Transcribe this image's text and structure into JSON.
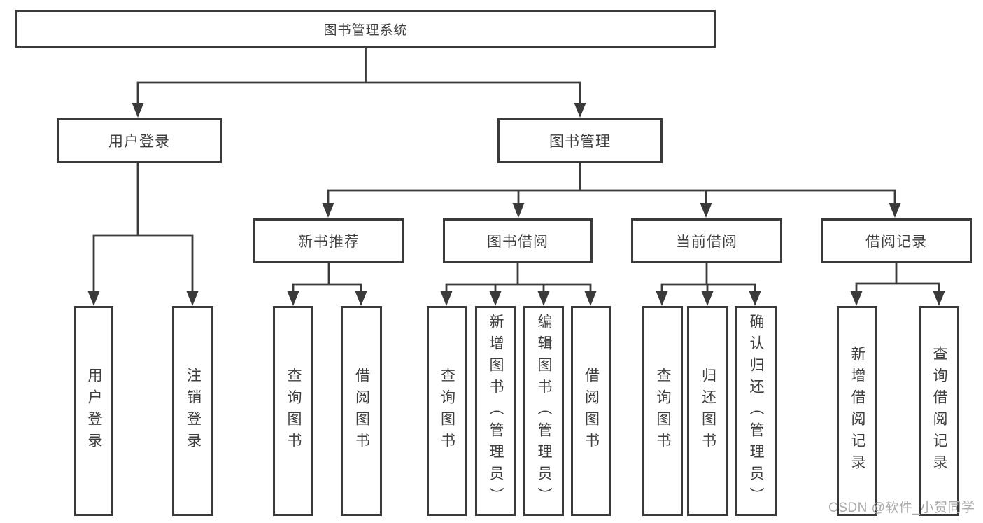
{
  "nodes": {
    "root": {
      "label": "图书管理系统"
    },
    "level2": [
      {
        "label": "用户登录"
      },
      {
        "label": "图书管理"
      }
    ],
    "level3": [
      {
        "label": "新书推荐"
      },
      {
        "label": "图书借阅"
      },
      {
        "label": "当前借阅"
      },
      {
        "label": "借阅记录"
      }
    ],
    "leaves": {
      "user_login": [
        {
          "label": "用户登录"
        },
        {
          "label": "注销登录"
        }
      ],
      "new_book_recommend": [
        {
          "label": "查询图书"
        },
        {
          "label": "借阅图书"
        }
      ],
      "book_borrowing": [
        {
          "label": "查询图书"
        },
        {
          "label": "新增图书（管理员）"
        },
        {
          "label": "编辑图书（管理员）"
        },
        {
          "label": "借阅图书"
        }
      ],
      "current_borrowing": [
        {
          "label": "查询图书"
        },
        {
          "label": "归还图书"
        },
        {
          "label": "确认归还（管理员）"
        }
      ],
      "borrowing_records": [
        {
          "label": "新增借阅记录"
        },
        {
          "label": "查询借阅记录"
        }
      ]
    }
  },
  "watermark": "CSDN @软件_小贺同学",
  "colors": {
    "line": "#3a3a3a",
    "box_border": "#3a3a3a",
    "text": "#3f3f3f",
    "watermark_text": "#a9a9a9",
    "background": "#ffffff"
  }
}
